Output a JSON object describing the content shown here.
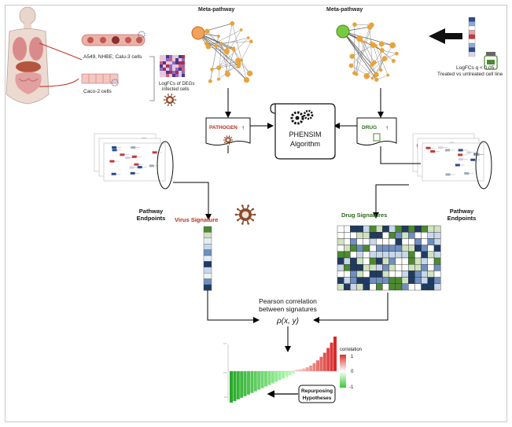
{
  "labels": {
    "metapathway_left": "Meta-pathway",
    "metapathway_right": "Meta-pathway",
    "cells_a549": "A549, NHBE; Calu-3 cells",
    "cells_caco2": "Caco-2 cells",
    "logfc_degs_line1": "LogFCs of DEGs",
    "logfc_degs_line2": "infected cells",
    "logfc_drug_line1": "LogFCs q < 0.05",
    "logfc_drug_line2": "Treated vs untreated cell line",
    "pathogen_card": "PATHOGEN",
    "drug_card": "DRUG",
    "up_arrow_glyph": "↑",
    "phensim_line1": "PHENSIM",
    "phensim_line2": "Algorithm",
    "pathway_endpoints_left_1": "Pathway",
    "pathway_endpoints_left_2": "Endpoints",
    "pathway_endpoints_right_1": "Pathway",
    "pathway_endpoints_right_2": "Endpoints",
    "virus_signature": "Virus Signature",
    "drug_signatures": "Drug Signatures",
    "pearson_line1": "Pearson correlation",
    "pearson_line2": "between signatures",
    "rho_formula": "ρ(x, y)",
    "legend_title": "correlation",
    "legend_max": "1",
    "legend_mid": "0",
    "legend_min": "-1",
    "repurposing_line1": "Repurposing",
    "repurposing_line2": "Hypotheses"
  },
  "colors": {
    "pathogen_red": "#b5301f",
    "drug_green": "#2e6b1f",
    "dark_blue": "#1f3b63",
    "light_blue": "#c9d7ea",
    "mid_blue": "#6f8fbf",
    "green": "#4b8a2e",
    "light_green": "#cfe3bf",
    "node_orange": "#e8a33a",
    "node_green": "#7ac943",
    "bar_red": "#d9342a",
    "bar_green": "#39c939"
  },
  "icons": [
    "human-body-icon",
    "lung-epithelium-icon",
    "intestine-cells-icon",
    "virus-icon",
    "drug-bottle-icon",
    "gears-icon",
    "pathway-diagram-icon",
    "heatmap-icon"
  ]
}
